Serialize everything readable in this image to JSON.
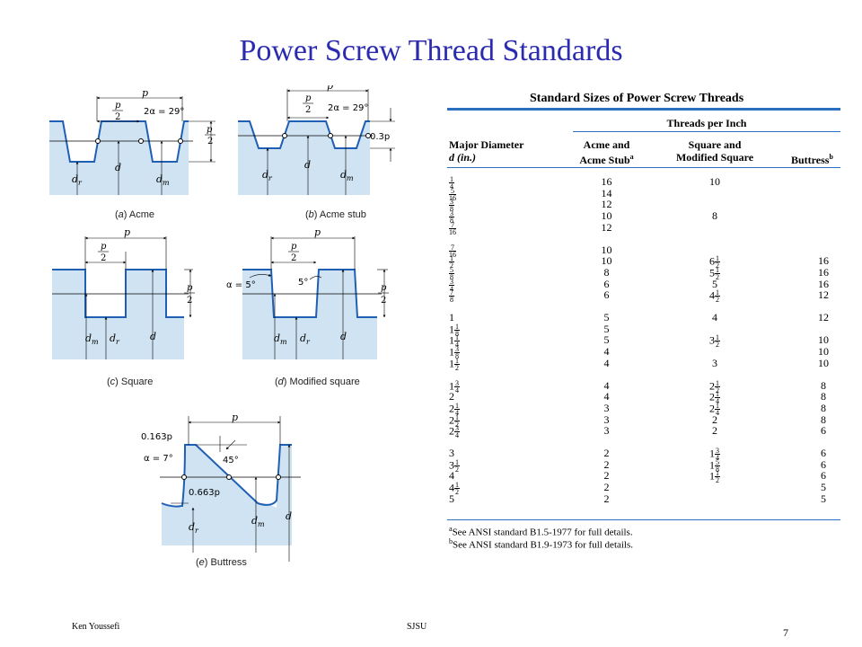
{
  "title": "Power Screw Thread Standards",
  "diagram": {
    "captions": {
      "a_letter": "a",
      "a_text": "Acme",
      "b_letter": "b",
      "b_text": "Acme stub",
      "c_letter": "c",
      "c_text": "Square",
      "d_letter": "d",
      "d_text": "Modified square",
      "e_letter": "e",
      "e_text": "Buttress"
    },
    "labels": {
      "p": "p",
      "p_over_2_num": "p",
      "p_over_2_den": "2",
      "angle_29": "2α = 29°",
      "d": "d",
      "dm": "d",
      "dm_sub": "m",
      "dr": "d",
      "dr_sub": "r",
      "stub_height": "0.3p",
      "alpha_5": "α = 5°",
      "five_deg": "5°",
      "buttress_top": "0.163p",
      "alpha_7": "α = 7°",
      "forty_five": "45°",
      "buttress_mid": "0.663p"
    }
  },
  "table": {
    "title": "Standard Sizes of Power Screw Threads",
    "group_header": "Threads per Inch",
    "col_major": "Major Diameter",
    "col_major_unit": "d (in.)",
    "col_acme_1": "Acme and",
    "col_acme_2": "Acme Stub",
    "col_acme_sup": "a",
    "col_square_1": "Square and",
    "col_square_2": "Modified Square",
    "col_buttress": "Buttress",
    "col_buttress_sup": "b",
    "rows": [
      {
        "d": "1/4",
        "acme": "16",
        "square": "10",
        "buttress": ""
      },
      {
        "d": "5/16",
        "acme": "14",
        "square": "",
        "buttress": ""
      },
      {
        "d": "3/8",
        "acme": "12",
        "square": "",
        "buttress": ""
      },
      {
        "d": "3/8",
        "acme": "10",
        "square": "8",
        "buttress": ""
      },
      {
        "d": "7/16",
        "acme": "12",
        "square": "",
        "buttress": ""
      },
      {
        "d": "7/16",
        "acme": "10",
        "square": "",
        "buttress": ""
      },
      {
        "d": "1/2",
        "acme": "10",
        "square": "6 1/2",
        "buttress": "16"
      },
      {
        "d": "5/8",
        "acme": "8",
        "square": "5 1/2",
        "buttress": "16"
      },
      {
        "d": "3/4",
        "acme": "6",
        "square": "5",
        "buttress": "16"
      },
      {
        "d": "7/8",
        "acme": "6",
        "square": "4 1/2",
        "buttress": "12"
      },
      {
        "d": "1",
        "acme": "5",
        "square": "4",
        "buttress": "12"
      },
      {
        "d": "1 1/8",
        "acme": "5",
        "square": "",
        "buttress": ""
      },
      {
        "d": "1 1/4",
        "acme": "5",
        "square": "3 1/2",
        "buttress": "10"
      },
      {
        "d": "1 3/8",
        "acme": "4",
        "square": "",
        "buttress": "10"
      },
      {
        "d": "1 1/2",
        "acme": "4",
        "square": "3",
        "buttress": "10"
      },
      {
        "d": "1 3/4",
        "acme": "4",
        "square": "2 1/2",
        "buttress": "8"
      },
      {
        "d": "2",
        "acme": "4",
        "square": "2 1/4",
        "buttress": "8"
      },
      {
        "d": "2 1/4",
        "acme": "3",
        "square": "2 1/4",
        "buttress": "8"
      },
      {
        "d": "2 1/2",
        "acme": "3",
        "square": "2",
        "buttress": "8"
      },
      {
        "d": "2 3/4",
        "acme": "3",
        "square": "2",
        "buttress": "6"
      },
      {
        "d": "3",
        "acme": "2",
        "square": "1 3/4",
        "buttress": "6"
      },
      {
        "d": "3 1/2",
        "acme": "2",
        "square": "1 5/8",
        "buttress": "6"
      },
      {
        "d": "4",
        "acme": "2",
        "square": "1 1/2",
        "buttress": "6"
      },
      {
        "d": "4 1/2",
        "acme": "2",
        "square": "",
        "buttress": "5"
      },
      {
        "d": "5",
        "acme": "2",
        "square": "",
        "buttress": "5"
      }
    ],
    "footnote_a_sup": "a",
    "footnote_a": "See ANSI standard B1.5-1977 for full details.",
    "footnote_b_sup": "b",
    "footnote_b": "See ANSI standard B1.9-1973 for full details."
  },
  "footer": {
    "author": "Ken Youssefi",
    "org": "SJSU",
    "page": "7"
  },
  "colors": {
    "title": "#2b2bb0",
    "thread_fill": "#cfe3f2",
    "thread_line": "#1f5fb4",
    "rule": "#2b6fbf"
  }
}
